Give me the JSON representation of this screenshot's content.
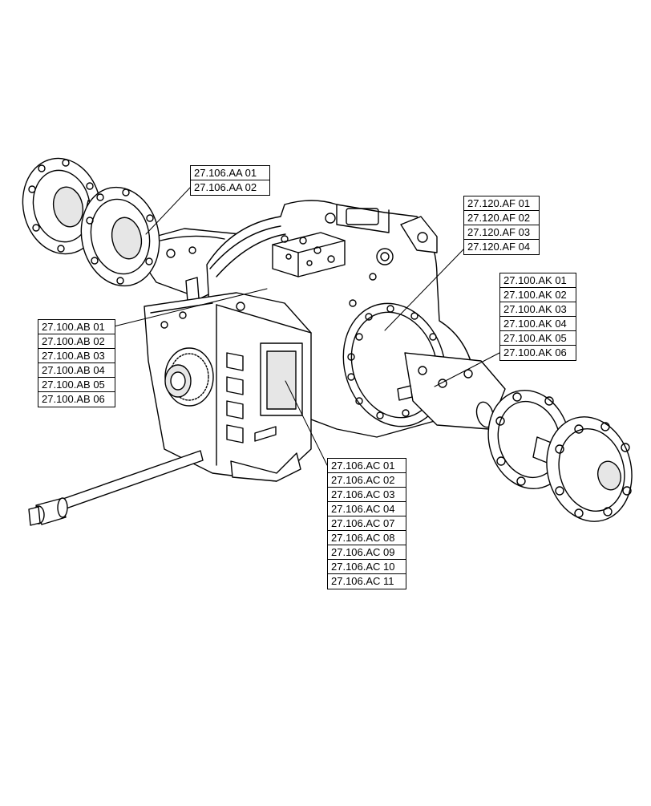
{
  "callouts": {
    "aa": [
      "27.106.AA 01",
      "27.106.AA 02"
    ],
    "af": [
      "27.120.AF 01",
      "27.120.AF 02",
      "27.120.AF 03",
      "27.120.AF 04"
    ],
    "ak": [
      "27.100.AK 01",
      "27.100.AK 02",
      "27.100.AK 03",
      "27.100.AK 04",
      "27.100.AK 05",
      "27.100.AK 06"
    ],
    "ab": [
      "27.100.AB 01",
      "27.100.AB 02",
      "27.100.AB 03",
      "27.100.AB 04",
      "27.100.AB 05",
      "27.100.AB 06"
    ],
    "ac": [
      "27.106.AC 01",
      "27.106.AC 02",
      "27.106.AC 03",
      "27.106.AC 04",
      "27.106.AC 07",
      "27.106.AC 08",
      "27.106.AC 09",
      "27.106.AC 10",
      "27.106.AC 11"
    ]
  },
  "colors": {
    "line": "#000000",
    "fill": "#ffffff",
    "shade": "#e6e6e6"
  }
}
